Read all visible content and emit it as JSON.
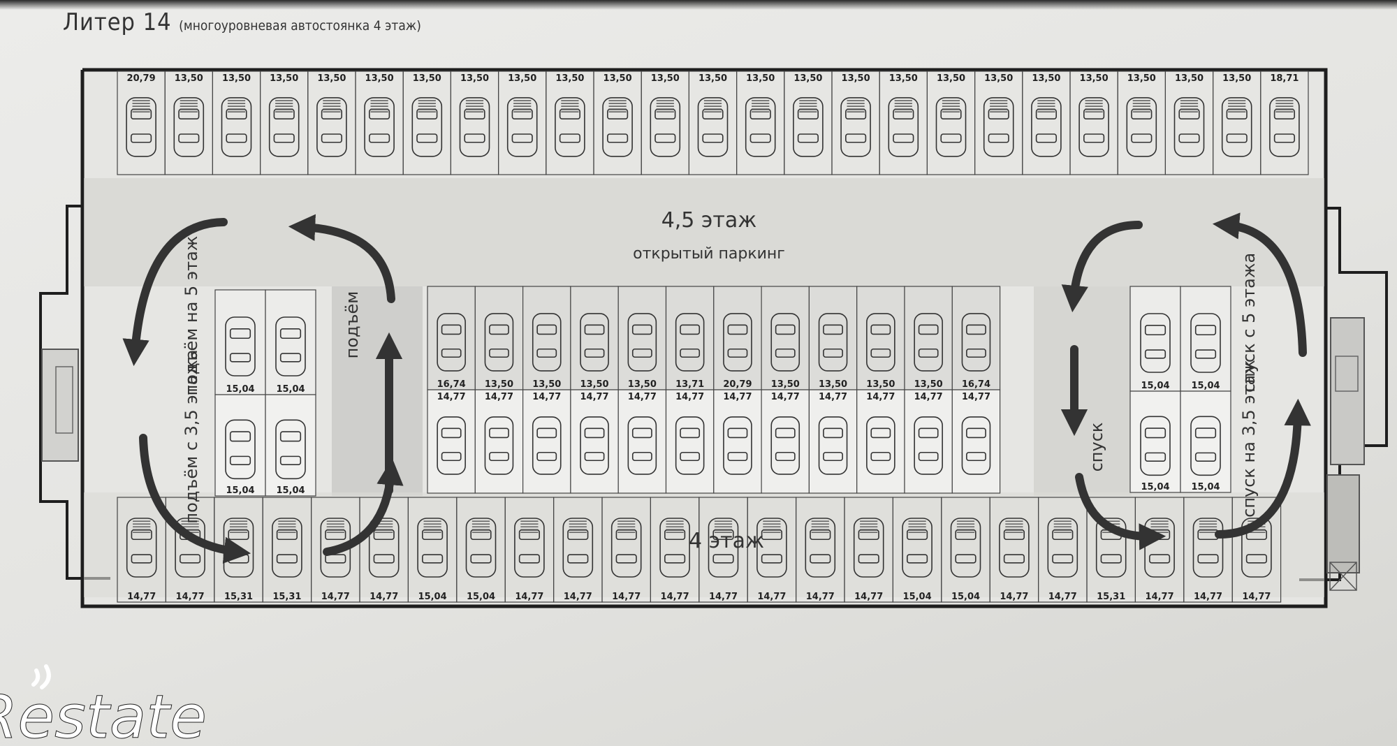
{
  "title": {
    "main": "Литер 14",
    "sub": "(многоуровневая автостоянка 4 этаж)"
  },
  "labels": {
    "floor_upper": "4,5 этаж",
    "floor_upper_sub": "открытый паркинг",
    "floor_lower": "4 этаж",
    "left_up_to_5": "подъём на 5 этаж",
    "left_up_from_35": "подъём с 3,5 этажа",
    "left_ramp_up": "подъём",
    "right_down": "спуск",
    "right_down_from_5": "спуск с 5 этажа",
    "right_down_to_35": "спуск на 3,5 этаж"
  },
  "logo_text": "Restate",
  "colors": {
    "paper": "#e8e8e6",
    "ramp": "#cfcfcc",
    "ink": "#333333",
    "wall": "#1e1e1e"
  },
  "spaces": {
    "top_row": [
      "20,79",
      "13,50",
      "13,50",
      "13,50",
      "13,50",
      "13,50",
      "13,50",
      "13,50",
      "13,50",
      "13,50",
      "13,50",
      "13,50",
      "13,50",
      "13,50",
      "13,50",
      "13,50",
      "13,50",
      "13,50",
      "13,50",
      "13,50",
      "13,50",
      "13,50",
      "13,50",
      "13,50",
      "18,71"
    ],
    "left_block_upper": [
      "15,04",
      "15,04"
    ],
    "left_block_lower": [
      "15,04",
      "15,04"
    ],
    "center_upper": [
      "16,74",
      "13,50",
      "13,50",
      "13,50",
      "13,50",
      "13,71",
      "20,79",
      "13,50",
      "13,50",
      "13,50",
      "13,50",
      "16,74"
    ],
    "center_lower": [
      "14,77",
      "14,77",
      "14,77",
      "14,77",
      "14,77",
      "14,77",
      "14,77",
      "14,77",
      "14,77",
      "14,77",
      "14,77",
      "14,77"
    ],
    "right_block_upper": [
      "15,04",
      "15,04"
    ],
    "right_block_lower": [
      "15,04",
      "15,04"
    ],
    "bottom_row": [
      "14,77",
      "14,77",
      "15,31",
      "15,31",
      "14,77",
      "14,77",
      "15,04",
      "15,04",
      "14,77",
      "14,77",
      "14,77",
      "14,77",
      "14,77",
      "14,77",
      "14,77",
      "14,77",
      "15,04",
      "15,04",
      "14,77",
      "14,77",
      "15,31",
      "14,77",
      "14,77",
      "14,77"
    ]
  }
}
